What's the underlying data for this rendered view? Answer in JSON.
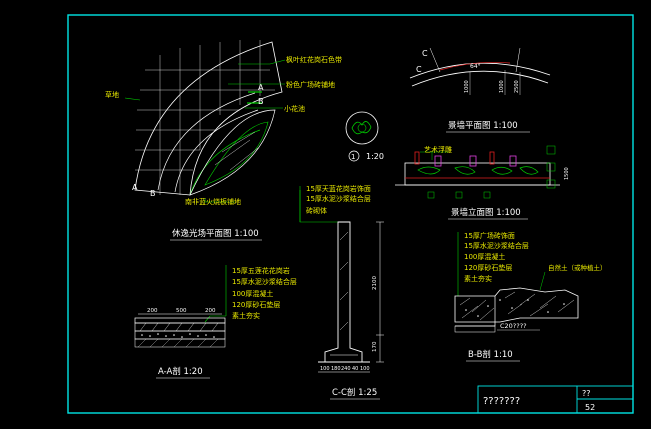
{
  "colors": {
    "background": "#000000",
    "frame": "#00e5e5",
    "line_white": "#ffffff",
    "line_green": "#00d000",
    "line_yellow": "#e8e800",
    "line_red": "#e02020",
    "line_magenta": "#e040e0",
    "title_block": "#00e5e5"
  },
  "plaza_plan": {
    "title": "休逸光场平面图 1:100",
    "callouts": {
      "top": "枫叶红花岗石色带",
      "mid": "粉色广场砖铺地",
      "flower": "小花池",
      "grass": "草地",
      "bottom": "南非蓝火烧板铺地"
    },
    "section_marks": [
      "A",
      "B",
      "A",
      "B"
    ]
  },
  "detail_1": {
    "label": "1:20",
    "circle_no": "1"
  },
  "wall_plan": {
    "title": "景墙平面图 1:100",
    "dim": "64°",
    "section_marks": [
      "C",
      "C"
    ],
    "dims_vertical": [
      "1000",
      "1000",
      "2500"
    ]
  },
  "wall_elev": {
    "title": "景墙立面图 1:100",
    "callout": "艺术浮雕",
    "dim_h": "1500"
  },
  "section_cc": {
    "title": "C-C剖 1:25",
    "layers": [
      "15厚天蓝花岗岩饰面",
      "15厚水泥沙浆结合层",
      "砖砌体"
    ],
    "dims": [
      "100",
      "180",
      "240",
      "40",
      "100"
    ],
    "heights": [
      "2100",
      "170"
    ]
  },
  "section_aa": {
    "title": "A-A剖 1:20",
    "layers": [
      "15厚五莲花花岗岩",
      "15厚水泥沙浆结合层",
      "100厚混凝土",
      "120厚砂石垫层",
      "素土夯实"
    ],
    "dims": [
      "200",
      "500",
      "200"
    ]
  },
  "section_bb": {
    "title": "B-B剖 1:10",
    "layers": [
      "15厚广场砖饰面",
      "15厚水泥沙浆结合层",
      "100厚混凝土",
      "120厚砂石垫层",
      "素土夯实"
    ],
    "note": "自然土（或种植土）",
    "concrete": "C20????"
  },
  "title_block": {
    "name": "???????",
    "tag": "??",
    "page": "52"
  }
}
